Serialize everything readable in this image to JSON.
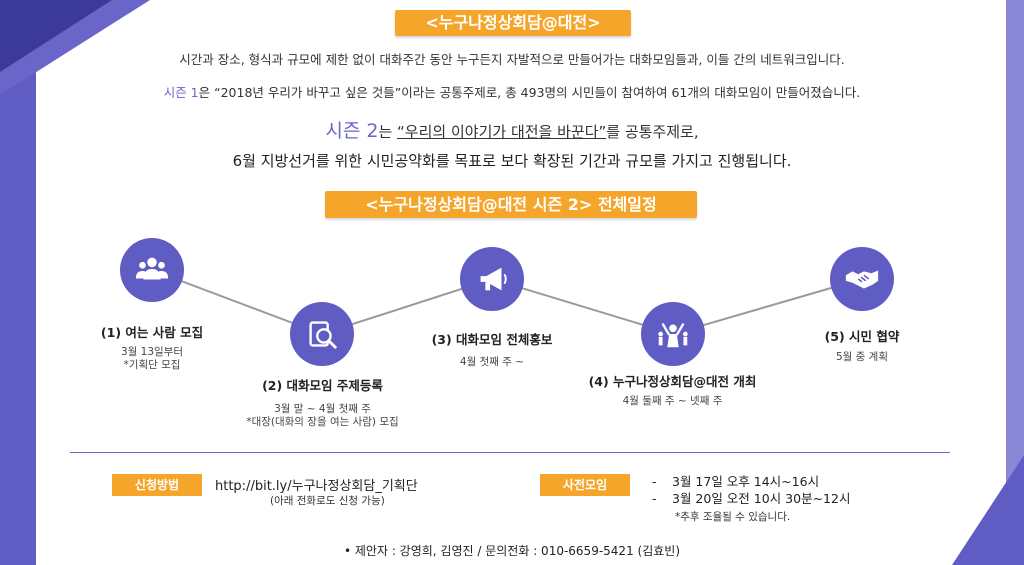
{
  "header": {
    "title": "<누구나정상회담@대전>",
    "intro_line": "시간과 장소, 형식과 규모에 제한 없이 대화주간 동안 누구든지 자발적으로 만들어가는 대화모임들과, 이들 간의 네트워크입니다.",
    "season1_label": "시즌 1",
    "season1_text": "은 “2018년 우리가 바꾸고 싶은 것들”이라는 공통주제로, 총 493명의 시민들이 참여하여 61개의 대화모임이 만들어졌습니다.",
    "season2_label": "시즌 2",
    "season2_mid": "는 ",
    "season2_topic": "“우리의 이야기가 대전을 바꾼다”",
    "season2_tail": "를 공통주제로,",
    "season2_line2": "6월 지방선거를 위한 시민공약화를 목표로 보다 확장된 기간과 규모를 가지고 진행됩니다."
  },
  "schedule": {
    "title": "<누구나정상회담@대전 시즌 2> 전체일정",
    "steps": [
      {
        "icon": "people-group-icon",
        "title": "(1) 여는 사람 모집",
        "desc1": "3월 13일부터",
        "desc2": "*기획단 모집"
      },
      {
        "icon": "magnifier-document-icon",
        "title": "(2) 대화모임 주제등록",
        "desc1": "3월 말 ~ 4월 첫째 주",
        "desc2": "*대장(대화의 장을 여는 사람) 모집"
      },
      {
        "icon": "megaphone-icon",
        "title": "(3) 대화모임 전체홍보",
        "desc1": "4월 첫째 주 ~",
        "desc2": ""
      },
      {
        "icon": "crowd-cheering-icon",
        "title": "(4) 누구나정상회담@대전 개최",
        "desc1": "4월 둘째 주 ~ 넷째 주",
        "desc2": ""
      },
      {
        "icon": "handshake-icon",
        "title": "(5) 시민 협약",
        "desc1": "5월 중 계획",
        "desc2": ""
      }
    ]
  },
  "apply": {
    "label": "신청방법",
    "url": "http://bit.ly/누구나정상회담_기획단",
    "note": "(아래 전화로도 신청 가능)"
  },
  "pre_meeting": {
    "label": "사전모임",
    "items": [
      "3월 17일 오후 14시~16시",
      "3월 20일 오전 10시 30분~12시"
    ],
    "note": "*추후 조율될 수 있습니다."
  },
  "footer": {
    "contact": "•    제안자 : 강영희, 김영진  /  문의전화 : 010-6659-5421 (김효빈)"
  },
  "colors": {
    "accent": "#5f5cc4",
    "banner": "#f5a62a"
  }
}
